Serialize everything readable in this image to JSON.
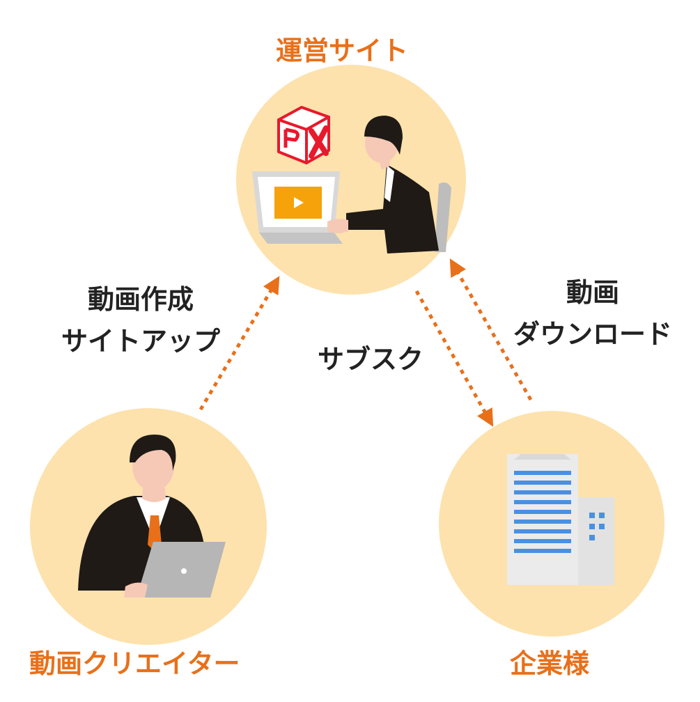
{
  "colors": {
    "accent": "#e8701a",
    "circle_fill": "#fde2ad",
    "text_dark": "#222222",
    "suit": "#1f1a16",
    "skin": "#f6c9b6",
    "screen_orange": "#f5a20b",
    "laptop_gray": "#b6b6b6",
    "building_blue": "#4a90e2",
    "building_gray": "#e6e6e6",
    "logo_red": "#e8192c"
  },
  "nodes": {
    "site": {
      "label": "運営サイト",
      "icons": [
        "px-logo-icon",
        "person-at-laptop-icon",
        "play-icon"
      ]
    },
    "creator": {
      "label": "動画クリエイター",
      "icons": [
        "person-with-laptop-icon"
      ]
    },
    "company": {
      "label": "企業様",
      "icons": [
        "office-building-icon"
      ]
    }
  },
  "edges": {
    "creator_to_site": {
      "line1": "動画作成",
      "line2": "サイトアップ"
    },
    "site_to_company": {
      "text": "サブスク"
    },
    "company_to_site": {
      "line1": "動画",
      "line2": "ダウンロード"
    }
  }
}
